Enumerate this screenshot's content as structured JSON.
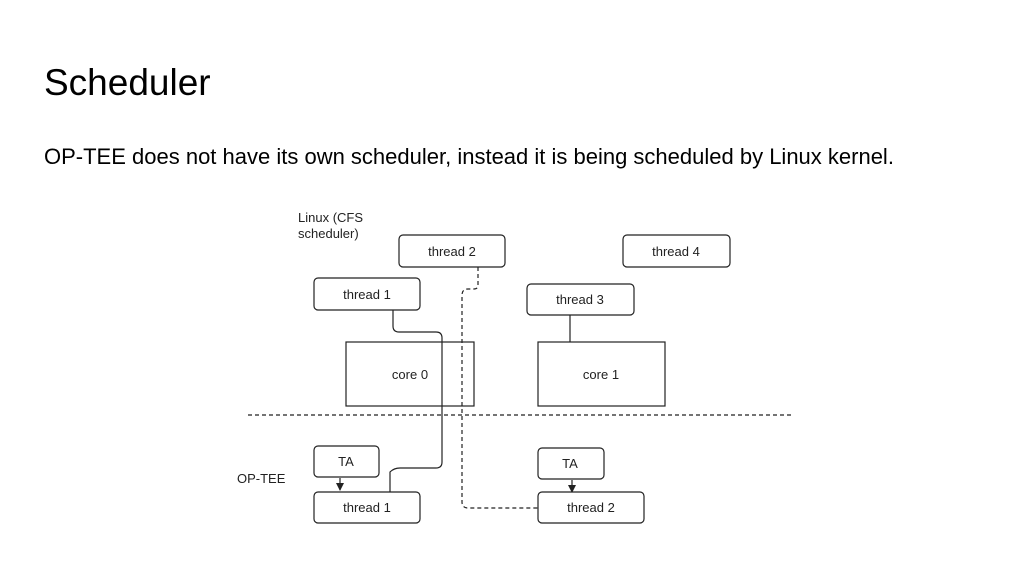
{
  "slide": {
    "title": "Scheduler",
    "body": "OP-TEE does not have its own scheduler, instead it is being scheduled by Linux kernel."
  },
  "diagram": {
    "linux_label_line1": "Linux (CFS",
    "linux_label_line2": "scheduler)",
    "optee_label": "OP-TEE",
    "linux_threads": {
      "thread1": "thread 1",
      "thread2": "thread 2",
      "thread3": "thread 3",
      "thread4": "thread 4"
    },
    "cores": {
      "core0": "core 0",
      "core1": "core 1"
    },
    "optee": {
      "ta_left": "TA",
      "ta_right": "TA",
      "thread1": "thread 1",
      "thread2": "thread 2"
    }
  }
}
